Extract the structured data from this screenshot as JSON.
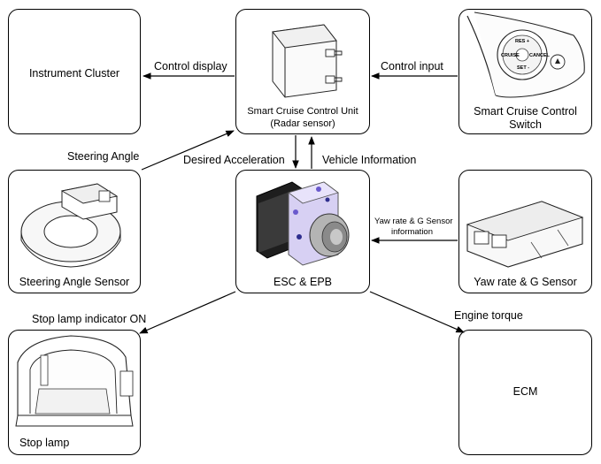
{
  "boxes": {
    "instrument_cluster": "Instrument Cluster",
    "scc_unit_line1": "Smart Cruise Control Unit",
    "scc_unit_line2": "(Radar sensor)",
    "scc_switch_line1": "Smart Cruise Control",
    "scc_switch_line2": "Switch",
    "steering_angle_sensor": "Steering Angle Sensor",
    "esc_epb": "ESC & EPB",
    "yaw_sensor": "Yaw rate & G Sensor",
    "stop_lamp": "Stop lamp",
    "ecm": "ECM"
  },
  "arrows": {
    "control_display": "Control display",
    "control_input": "Control input",
    "steering_angle": "Steering Angle",
    "desired_acceleration": "Desired Acceleration",
    "vehicle_information": "Vehicle Information",
    "yaw_info_line1": "Yaw rate & G Sensor",
    "yaw_info_line2": "information",
    "stop_lamp_on": "Stop lamp indicator ON",
    "engine_torque": "Engine torque"
  },
  "switch_buttons": {
    "top": "RES +",
    "left": "CRUISE",
    "right": "CANCEL",
    "bottom": "SET -"
  }
}
